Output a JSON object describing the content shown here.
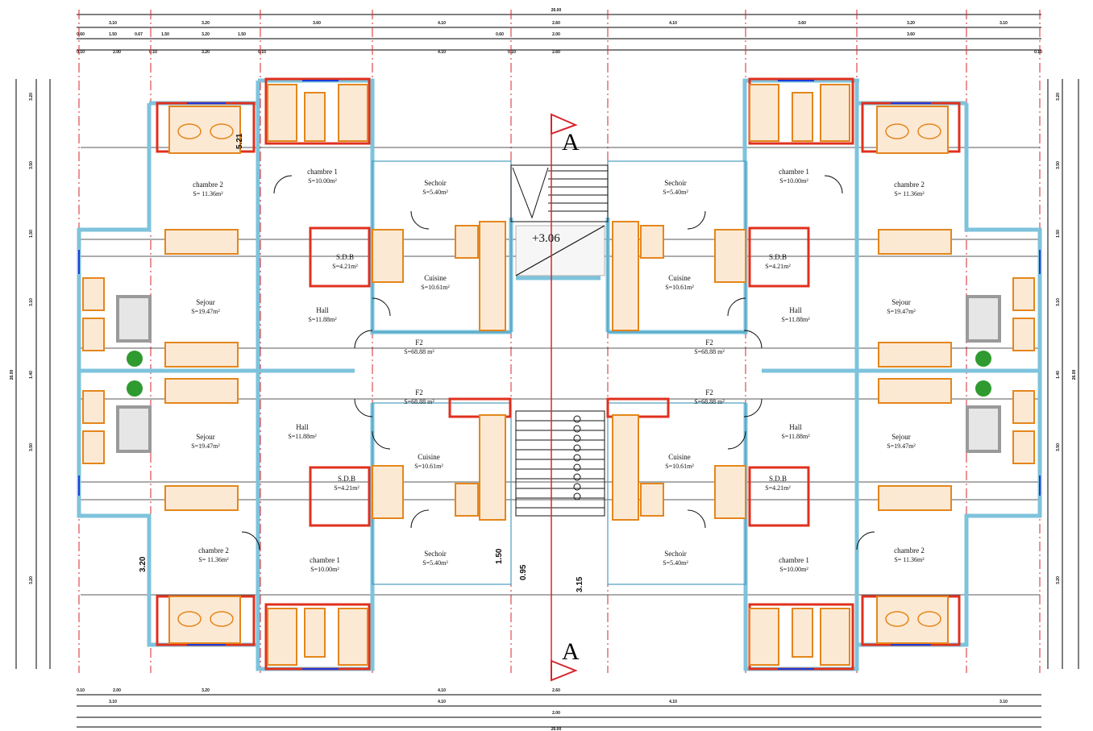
{
  "plan": {
    "section_label": "A",
    "level": "+3.06",
    "dims": {
      "total": "26.00",
      "row_overall": [
        "3.10",
        "3.20",
        "3.60",
        "4.10",
        "2.60",
        "4.10",
        "3.60",
        "3.20",
        "3.10"
      ],
      "row_segments": [
        "0.60",
        "1.50",
        "0.67",
        "1.50",
        "3.20",
        "1.50",
        "0.60",
        "2.00",
        "3.60"
      ],
      "row_bottom": [
        "0.10",
        "2.00",
        "0.10",
        "3.20",
        "0.10",
        "4.10",
        "0.10",
        "2.60",
        "0.10"
      ]
    },
    "left_dims": [
      "3.20",
      "3.50",
      "1.50",
      "3.10",
      "1.40",
      "3.50",
      "3.20"
    ],
    "right_dims": [
      "3.20",
      "3.50",
      "1.50",
      "3.10",
      "1.40",
      "3.50",
      "3.20"
    ],
    "inner_dims": {
      "d1": "5.21",
      "d2": "3.20",
      "d3": "1.50",
      "d4": "0.95",
      "d5": "3.15"
    }
  },
  "rooms": [
    {
      "name": "chambre 1",
      "area": "S=10.00m²"
    },
    {
      "name": "chambre 2",
      "area": "S= 11.36m²"
    },
    {
      "name": "Sechoir",
      "area": "S=5.40m²"
    },
    {
      "name": "S.D.B",
      "area": "S=4.21m²"
    },
    {
      "name": "Cuisine",
      "area": "S=10.61m²"
    },
    {
      "name": "Sejour",
      "area": "S=19.47m²"
    },
    {
      "name": "Hall",
      "area": "S=11.88m²"
    },
    {
      "name": "F2",
      "area": "S=68.88 m²"
    }
  ],
  "colors": {
    "wall": "#7ec3dc",
    "red": "#e0301e",
    "orange": "#e4861c",
    "axis": "#d7262b",
    "blue": "#1d3bd8",
    "green": "#2f9a2f"
  }
}
